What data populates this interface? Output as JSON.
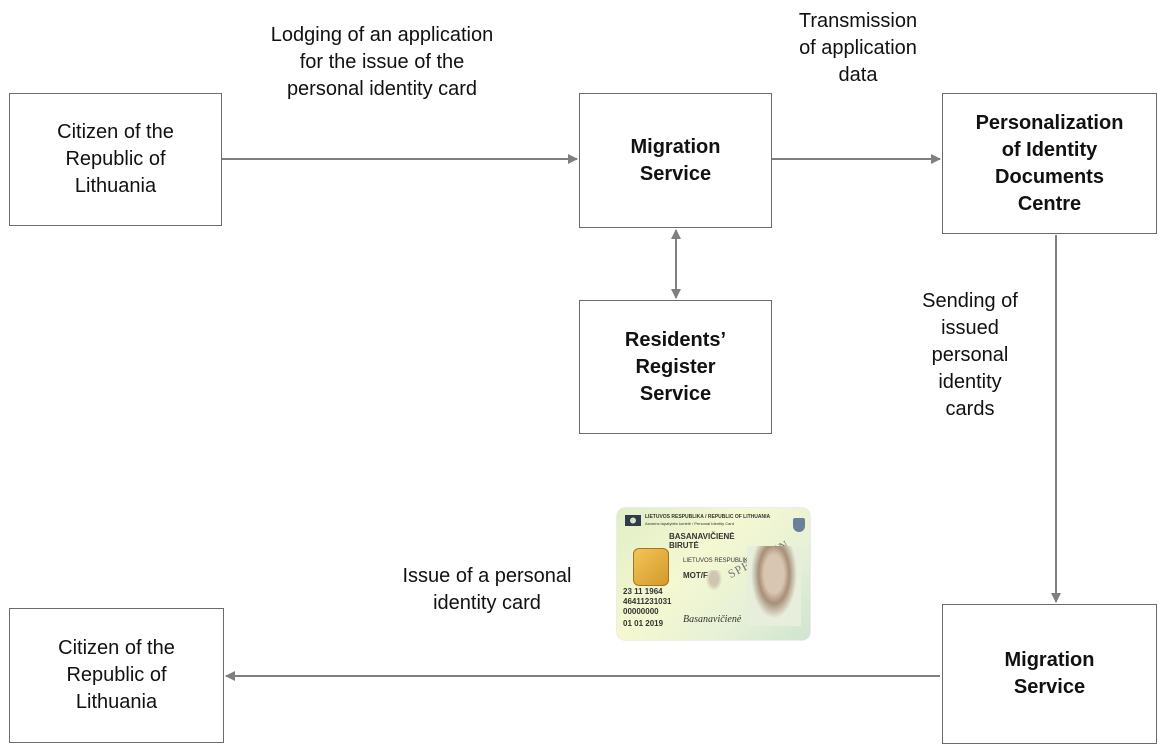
{
  "boxes": {
    "citizen_top": "Citizen of the\nRepublic of\nLithuania",
    "migration_top": "Migration\nService",
    "personalization": "Personalization\nof Identity\nDocuments\nCentre",
    "residents_register": "Residents’\nRegister\nService",
    "migration_bottom": "Migration\nService",
    "citizen_bottom": "Citizen of the\nRepublic of\nLithuania"
  },
  "labels": {
    "lodging": "Lodging of an application\nfor the issue of the\npersonal identity card",
    "transmission": "Transmission\nof application\ndata",
    "sending": "Sending of\nissued\npersonal\nidentity\ncards",
    "issue": "Issue of a personal\nidentity card"
  },
  "card": {
    "header_line1": "LIETUVOS RESPUBLIKA / REPUBLIC OF LITHUANIA",
    "header_line2": "Asmens tapatybės kortelė / Personal Identity Card",
    "surname": "BASANAVIČIENĖ",
    "given_name": "BIRUTĖ",
    "nationality": "LIETUVOS RESPUBLIKOS",
    "sex": "MOT/F",
    "birth_date": "23 11 1964",
    "personal_no": "46411231031",
    "card_no": "00000000",
    "expiry": "01 01 2019",
    "watermark": "SPECIMEN"
  },
  "colors": {
    "box_border": "#6b6b6b",
    "arrow": "#7f7f7f"
  }
}
